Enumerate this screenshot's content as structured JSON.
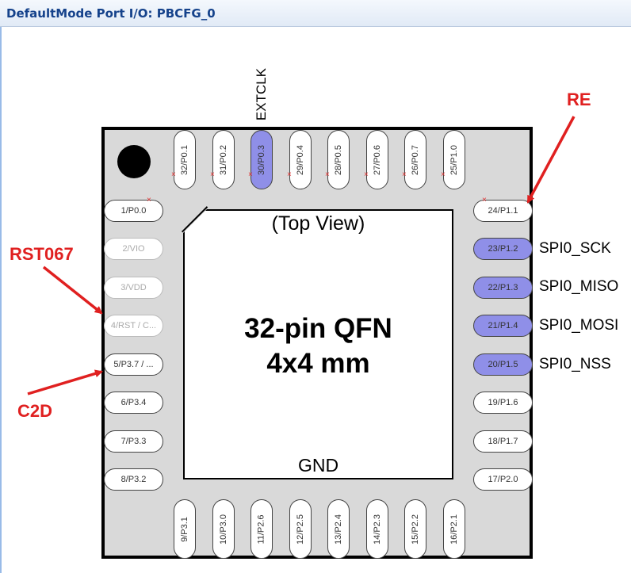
{
  "window": {
    "title": "DefaultMode Port I/O: PBCFG_0"
  },
  "package": {
    "top_view": "(Top View)",
    "name_line1": "32-pin QFN",
    "name_line2": "4x4 mm",
    "center_pin": "GND"
  },
  "pins": {
    "top": [
      "32/P0.1",
      "31/P0.2",
      "30/P0.3",
      "29/P0.4",
      "28/P0.5",
      "27/P0.6",
      "26/P0.7",
      "25/P1.0"
    ],
    "left": [
      "1/P0.0",
      "2/VIO",
      "3/VDD",
      "4/RST / C...",
      "5/P3.7 / ...",
      "6/P3.4",
      "7/P3.3",
      "8/P3.2"
    ],
    "bottom": [
      "9/P3.1",
      "10/P3.0",
      "11/P2.6",
      "12/P2.5",
      "13/P2.4",
      "14/P2.3",
      "15/P2.2",
      "16/P2.1"
    ],
    "right": [
      "24/P1.1",
      "23/P1.2",
      "22/P1.3",
      "21/P1.4",
      "20/P1.5",
      "19/P1.6",
      "18/P1.7",
      "17/P2.0"
    ]
  },
  "signals": {
    "extclk": "EXTCLK",
    "p1_2": "SPI0_SCK",
    "p1_3": "SPI0_MISO",
    "p1_4": "SPI0_MOSI",
    "p1_5": "SPI0_NSS"
  },
  "annotations": {
    "re": "RE",
    "rst": "RST067",
    "c2d": "C2D"
  },
  "colors": {
    "highlight": "#8f8fe8",
    "skip_mark": "#e03030",
    "annotation": "#e02020"
  }
}
